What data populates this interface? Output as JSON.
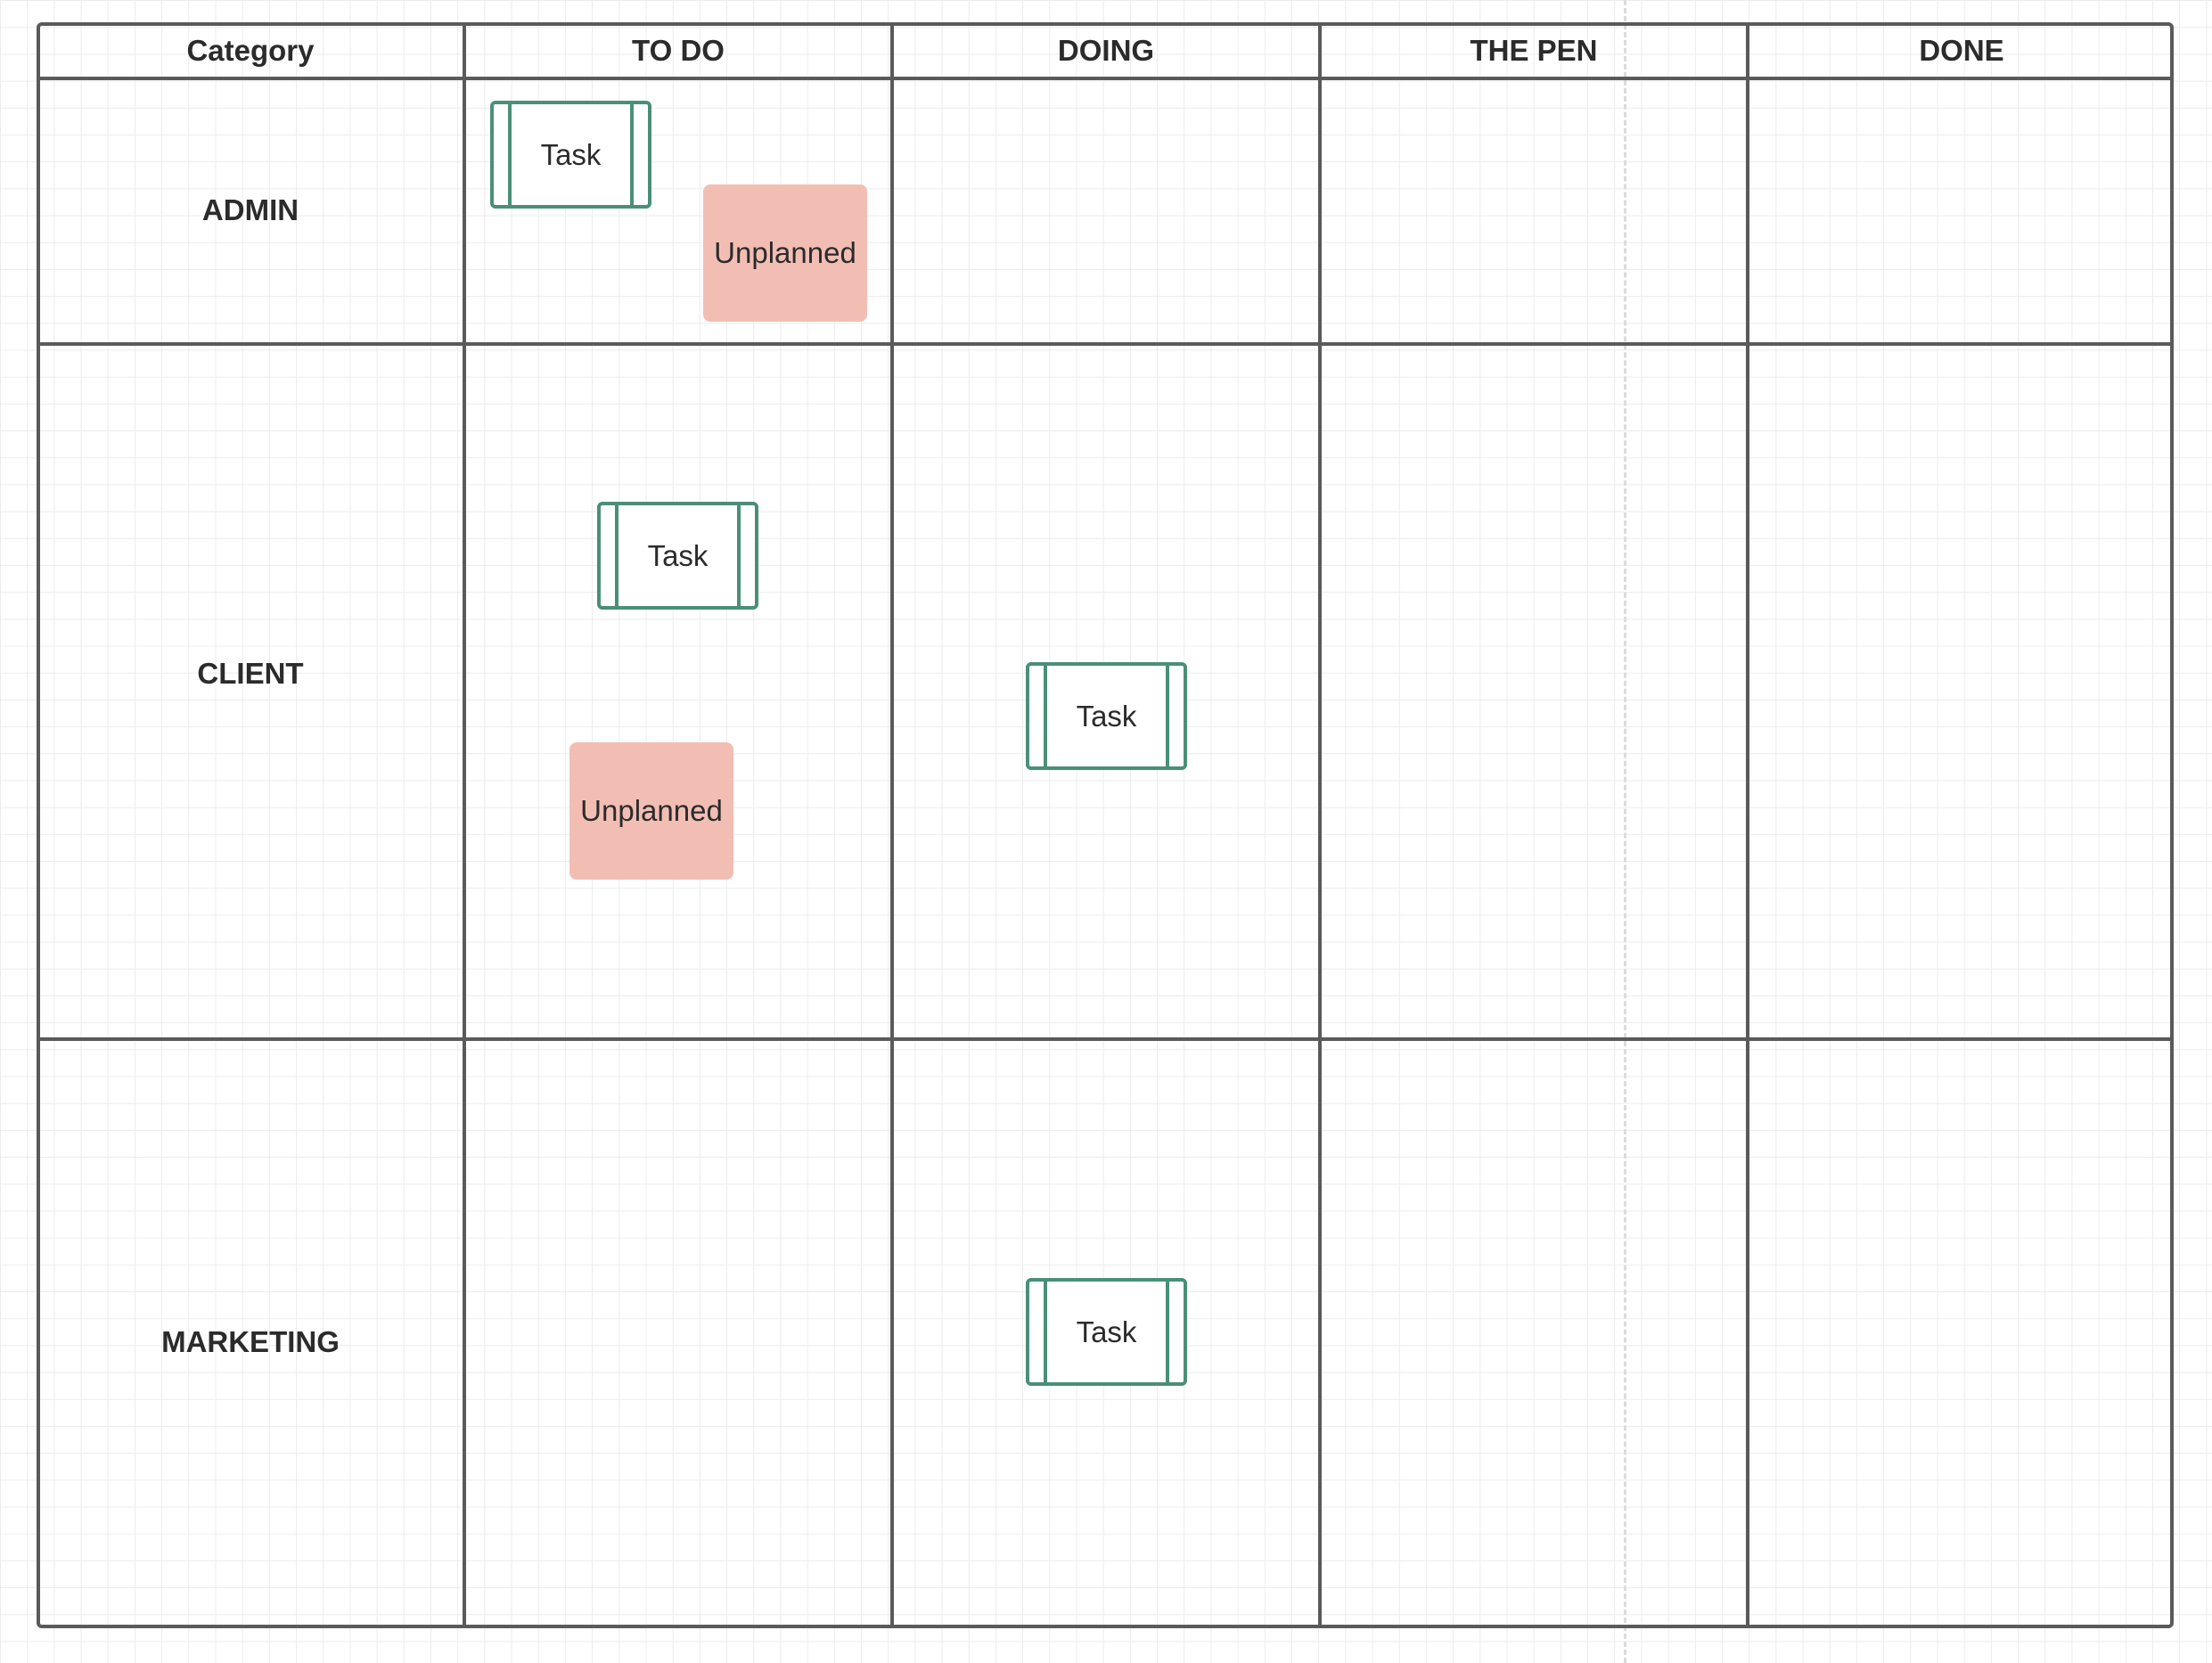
{
  "columns": [
    "Category",
    "TO DO",
    "DOING",
    "THE PEN",
    "DONE"
  ],
  "rows": [
    "ADMIN",
    "CLIENT",
    "MARKETING"
  ],
  "cards": {
    "task_label": "Task",
    "unplanned_label": "Unplanned",
    "admin_todo_task": "Task",
    "admin_todo_unplanned": "Unplanned",
    "client_todo_task": "Task",
    "client_todo_unplanned": "Unplanned",
    "client_doing_task": "Task",
    "marketing_doing_task": "Task"
  },
  "colors": {
    "grid_border": "#5a5a5a",
    "task_border": "#4a8f78",
    "unplanned_fill": "#f2beb4",
    "background_grid": "#ececec"
  }
}
